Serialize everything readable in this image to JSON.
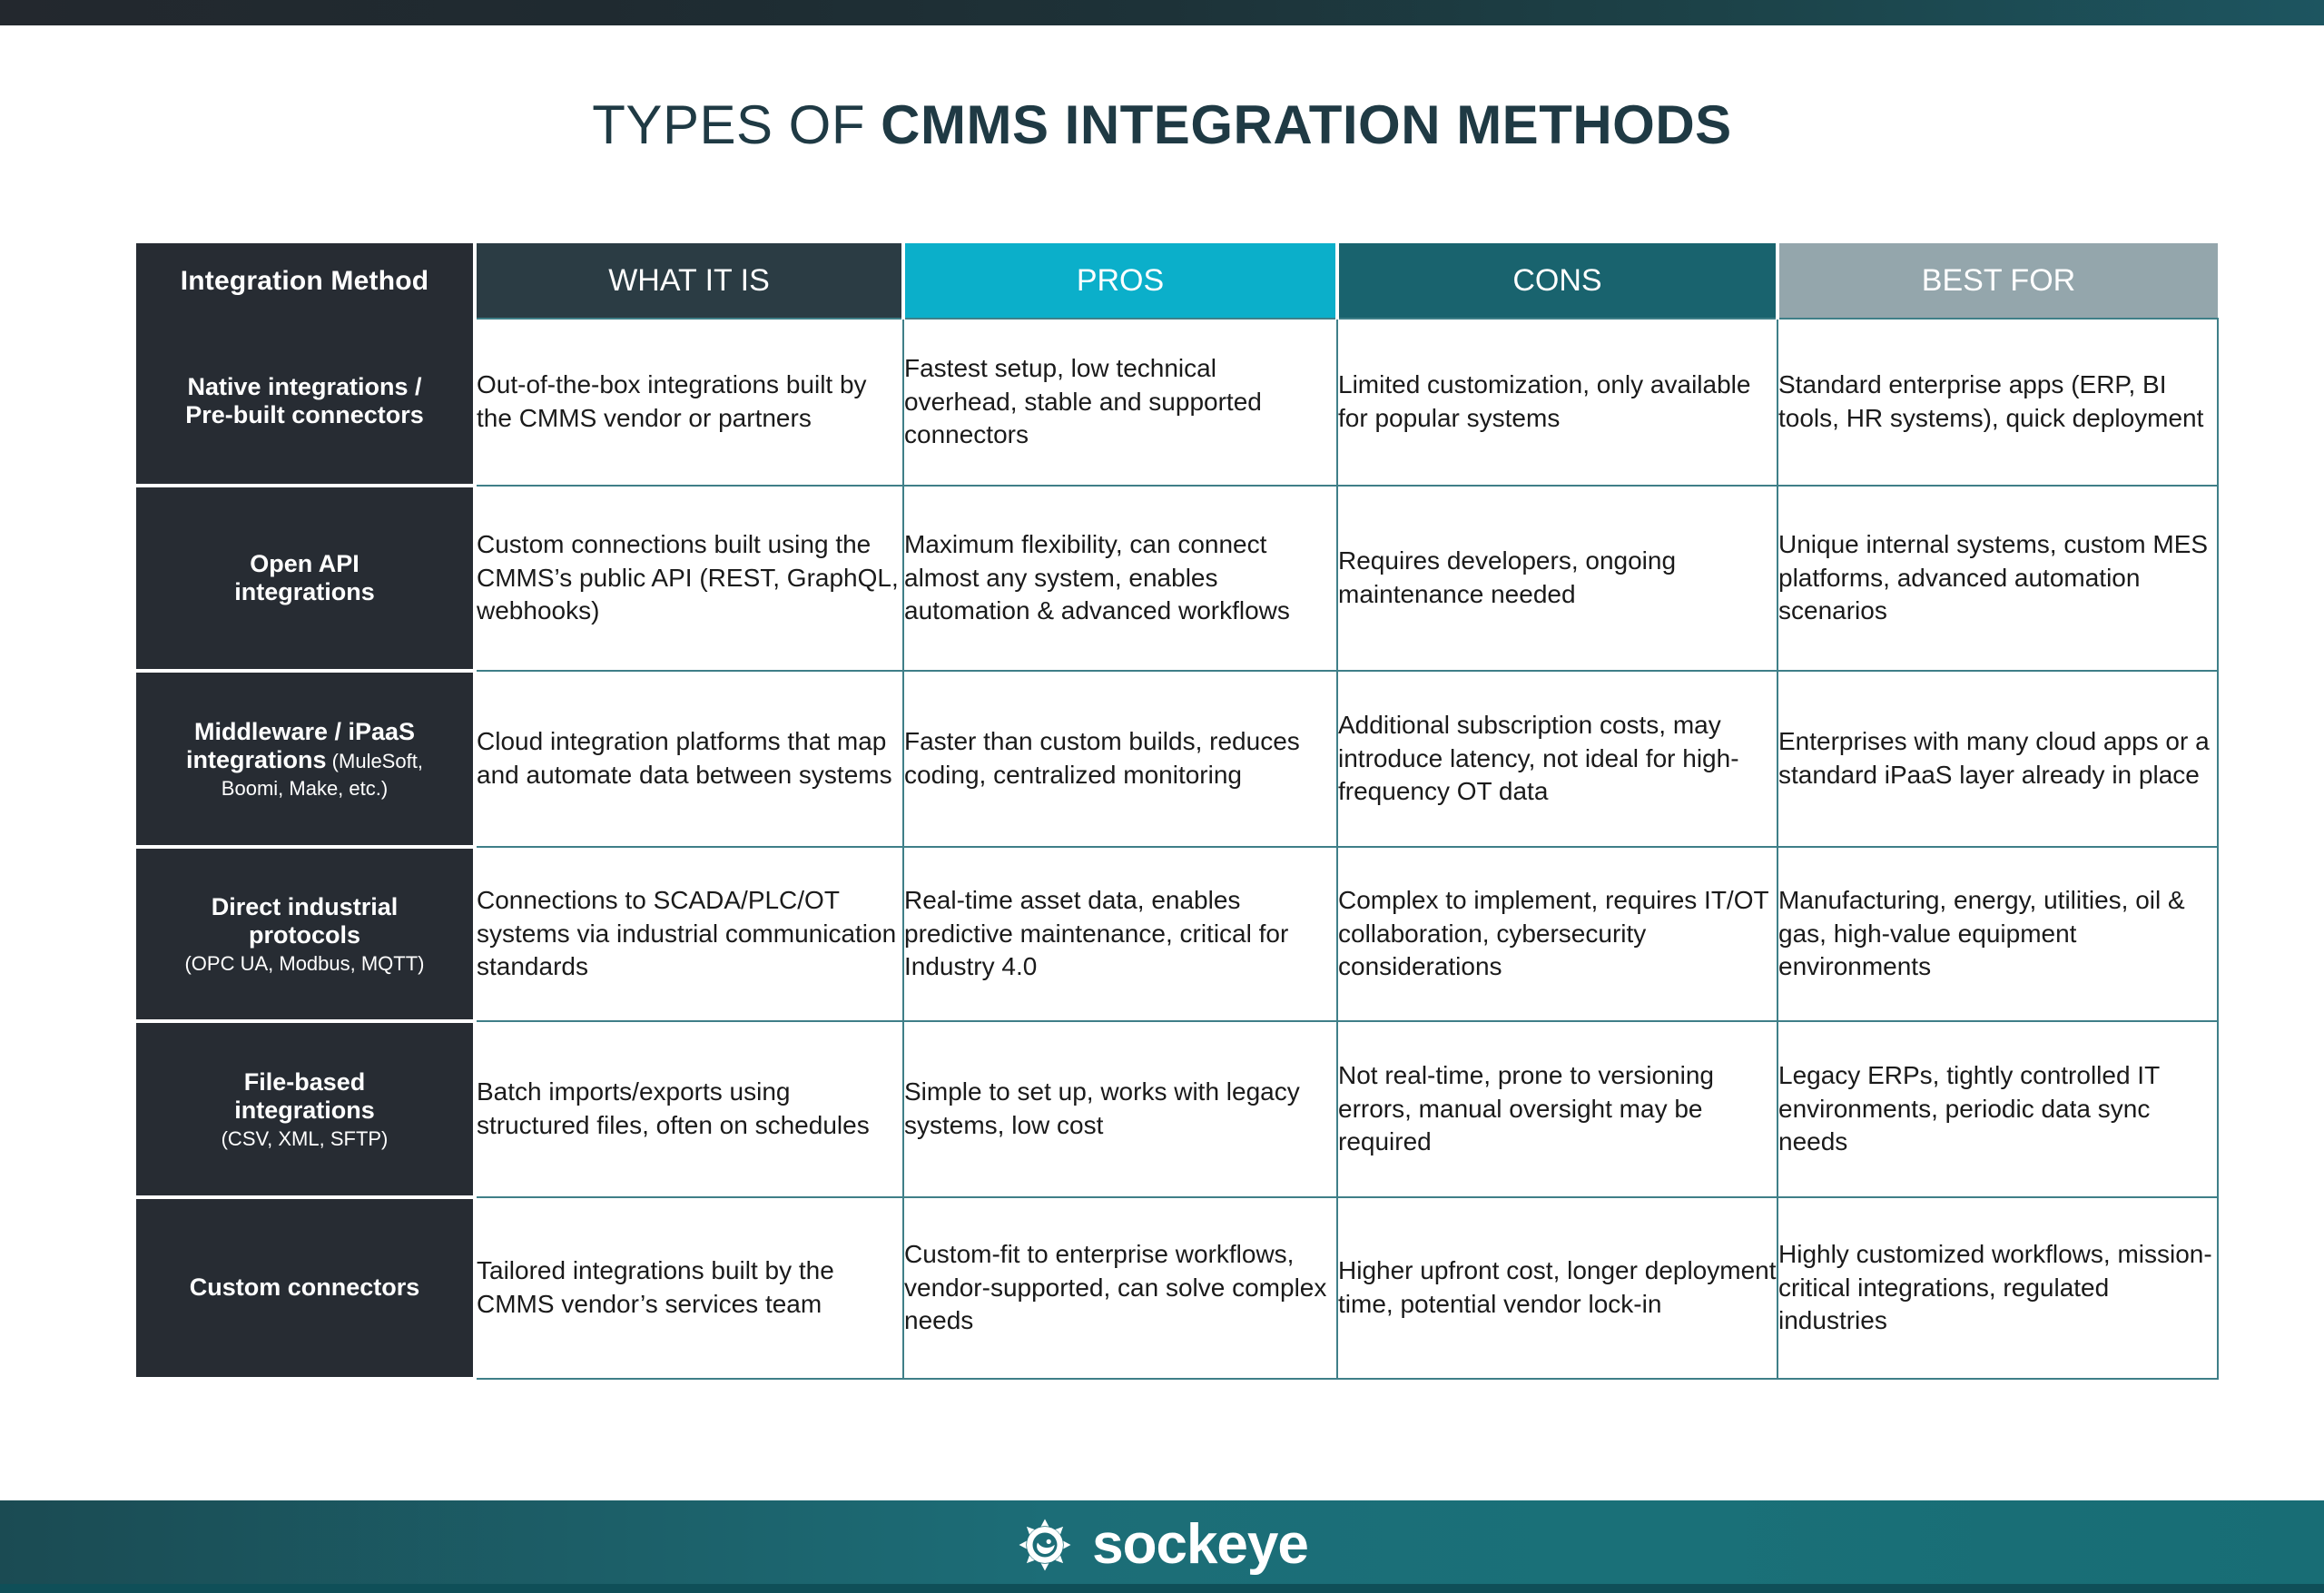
{
  "title": {
    "light": "TYPES OF ",
    "bold": "CMMS INTEGRATION METHODS"
  },
  "colors": {
    "dark_charcoal": "#272c33",
    "dark_slate": "#2b3c44",
    "cyan": "#0bafca",
    "teal": "#19636e",
    "grey_blue": "#94a6ac",
    "footer_teal": "#1c6d77",
    "border_teal": "#3f7f88"
  },
  "table": {
    "columns": [
      {
        "label": "Integration Method",
        "key": "method"
      },
      {
        "label": "WHAT IT IS",
        "key": "what"
      },
      {
        "label": "PROS",
        "key": "pros"
      },
      {
        "label": "CONS",
        "key": "cons"
      },
      {
        "label": "BEST FOR",
        "key": "best"
      }
    ],
    "rows": [
      {
        "method": "Native integrations /",
        "method2": "Pre-built connectors",
        "method_sub": "",
        "what": "Out-of-the-box integrations built by the CMMS vendor or partners",
        "pros": "Fastest setup,  low technical overhead, stable and supported connectors",
        "cons": "Limited customization, only available for popular systems",
        "best": "Standard enterprise apps (ERP, BI tools, HR systems), quick deployment"
      },
      {
        "method": "Open API",
        "method2": "integrations",
        "method_sub": "",
        "what": "Custom connections built using the CMMS’s public API (REST, GraphQL, webhooks)",
        "pros": "Maximum flexibility, can connect almost any system, enables automation & advanced workflows",
        "cons": "Requires developers, ongoing maintenance needed",
        "best": "Unique internal systems, custom MES platforms, advanced automation scenarios"
      },
      {
        "method": "Middleware / iPaaS",
        "method2": "integrations",
        "method_inline_sub": " (MuleSoft,",
        "method_sub": "Boomi, Make, etc.)",
        "what": "Cloud integration platforms that map and automate data between systems",
        "pros": "Faster than custom builds, reduces coding, centralized monitoring",
        "cons": "Additional subscription costs, may introduce latency, not ideal for high-frequency OT data",
        "best": "Enterprises with many cloud apps or a standard iPaaS layer already in place"
      },
      {
        "method": "Direct industrial",
        "method2": "protocols",
        "method_sub": "(OPC UA, Modbus, MQTT)",
        "what": "Connections to SCADA/PLC/OT systems via industrial communication standards",
        "pros": "Real-time asset data, enables predictive maintenance, critical for Industry 4.0",
        "cons": "Complex to implement, requires IT/OT collaboration, cybersecurity considerations",
        "best": "Manufacturing, energy, utilities, oil & gas, high-value equipment environments"
      },
      {
        "method": "File-based",
        "method2": "integrations",
        "method_sub": "(CSV, XML, SFTP)",
        "what": "Batch imports/exports using structured files, often on schedules",
        "pros": "Simple to set up, works with legacy systems, low cost",
        "cons": "Not real-time,  prone to versioning errors, manual oversight may be required",
        "best": "Legacy ERPs, tightly controlled IT environments, periodic data sync needs"
      },
      {
        "method": "Custom connectors",
        "method2": "",
        "method_sub": "",
        "what": "Tailored integrations built by the CMMS vendor’s services team",
        "pros": "Custom-fit to enterprise workflows, vendor-supported, can solve complex needs",
        "cons": "Higher upfront cost, longer deployment time, potential vendor lock-in",
        "best": "Highly customized workflows, mission-critical integrations, regulated industries"
      }
    ]
  },
  "footer": {
    "brand": "sockeye",
    "logo_icon": "gear-eye-icon"
  }
}
